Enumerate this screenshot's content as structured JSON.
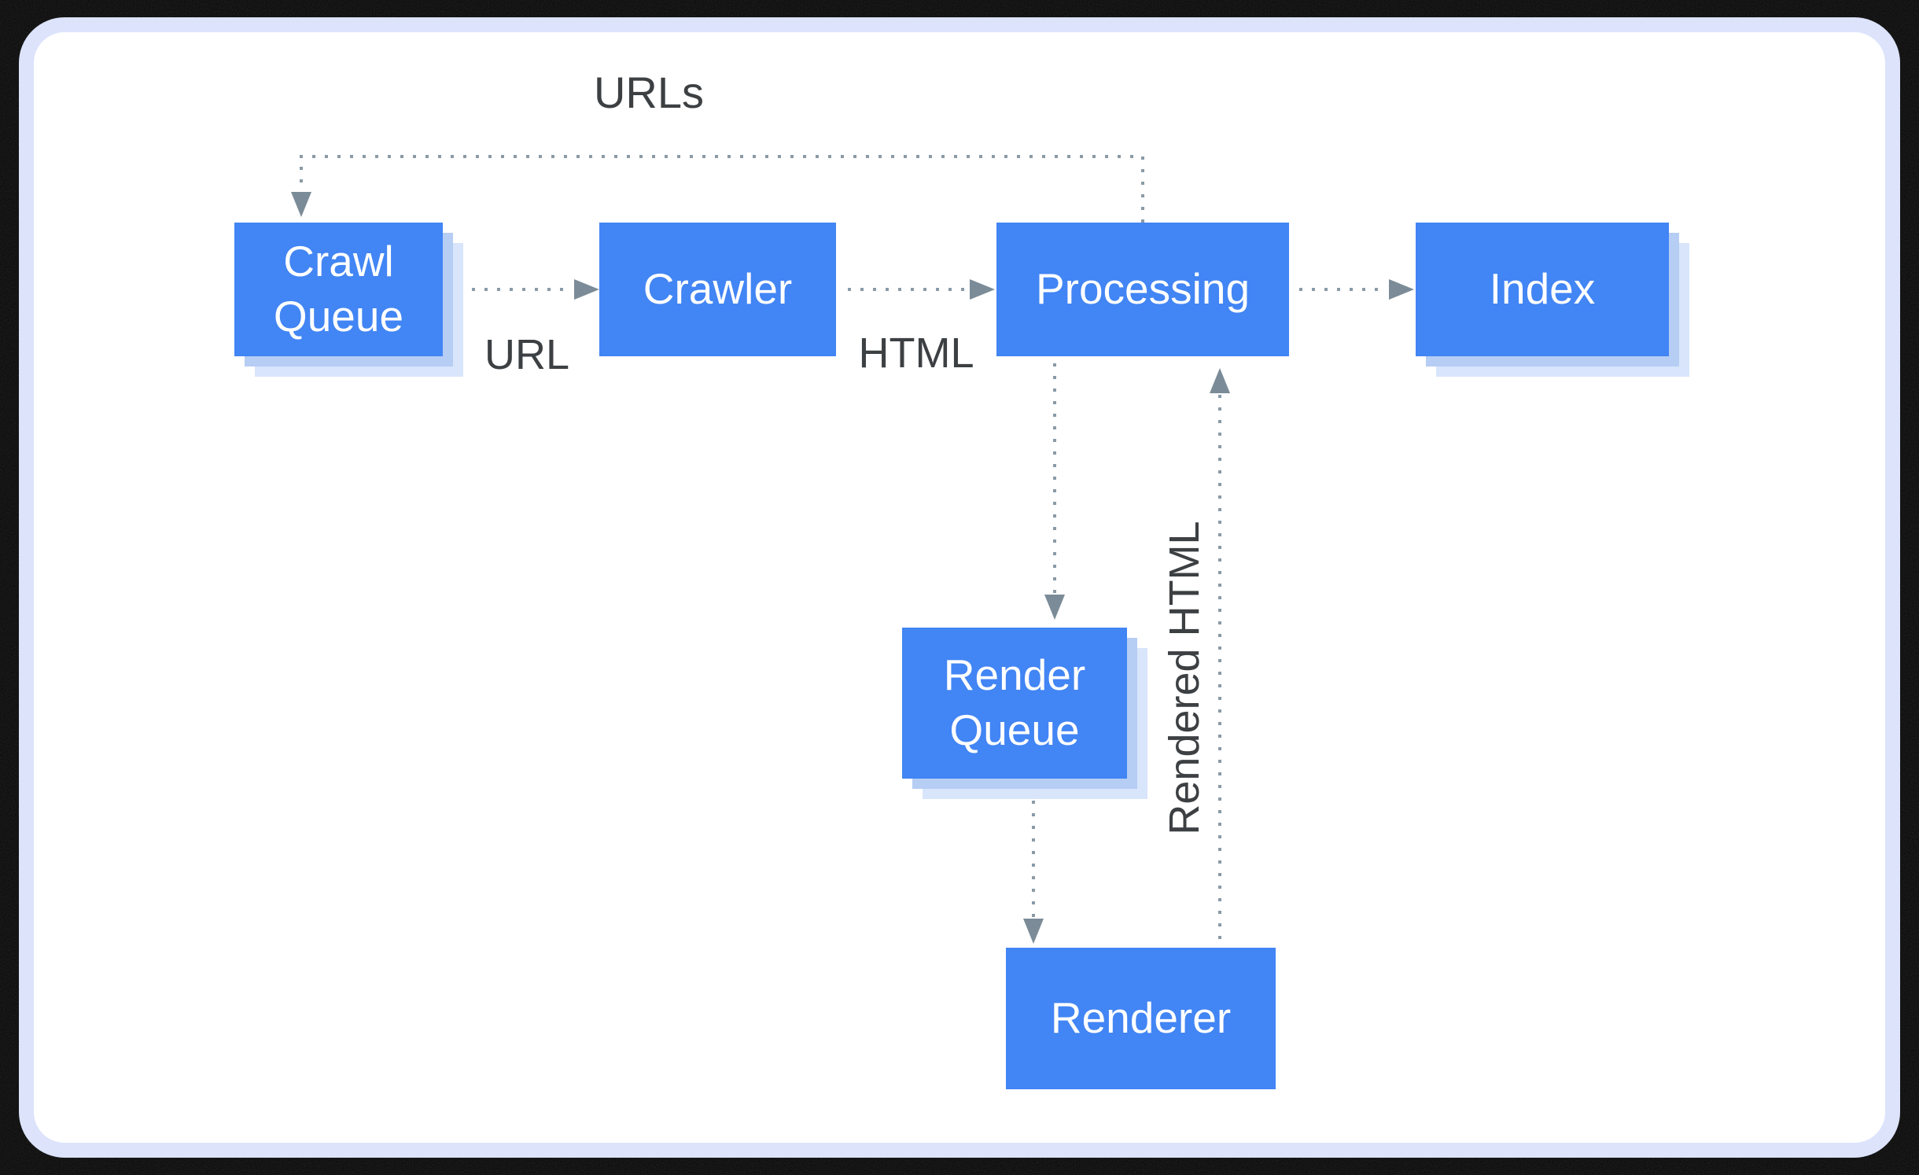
{
  "diagram": {
    "nodes": {
      "crawl_queue": {
        "label": "Crawl Queue"
      },
      "crawler": {
        "label": "Crawler"
      },
      "processing": {
        "label": "Processing"
      },
      "index": {
        "label": "Index"
      },
      "render_queue": {
        "label": "Render Queue"
      },
      "renderer": {
        "label": "Renderer"
      }
    },
    "edge_labels": {
      "urls": "URLs",
      "url": "URL",
      "html": "HTML",
      "rendered_html": "Rendered HTML"
    },
    "colors": {
      "node_fill": "#4285F4",
      "node_text": "#FFFFFF",
      "shadow_inner": "#B6CDF4",
      "shadow_outer": "#D8E5FB",
      "connector_dots": "#8A9AA6",
      "arrowhead": "#7B8C98",
      "label_text": "#3D4043",
      "card_background": "#FFFFFF",
      "card_border": "#DCE3FB",
      "outer_background": "#000000"
    }
  }
}
